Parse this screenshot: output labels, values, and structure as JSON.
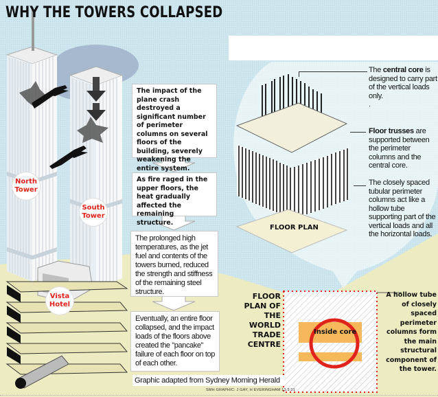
{
  "title": "WHY THE TOWERS COLLAPSED",
  "towers": {
    "north": "North Tower",
    "south": "South Tower",
    "hotel": "Vista Hotel"
  },
  "steps": [
    {
      "text": "The impact of the plane crash destroyed a significant number of perimeter columns on several floors of the building, severely weakening the entire system."
    },
    {
      "text": "As fire raged in the upper floors, the heat gradually affected the remaining structure."
    },
    {
      "text": "The prolonged high temperatures, as the jet fuel and contents of the towers burned, reduced the strength and stiffness of the remaining steel structure."
    },
    {
      "text": "Eventually, an entire floor collapsed, and the impact loads of the floors above created the \"pancake\" failure of each floor on top of each other."
    }
  ],
  "callouts": {
    "core": {
      "bold": "central core",
      "pre": "The ",
      "post": " is designed to carry part of the vertical loads only.",
      "trail": "."
    },
    "trusses": {
      "bold": "Floor trusses",
      "post": " are supported between the perimeter columns and the central core."
    },
    "perimeter": {
      "text": "The closely spaced tubular perimeter columns act like a hollow tube supporting part of the vertical loads and all the horizontal loads."
    }
  },
  "diagram": {
    "floor_plan_label": "FLOOR PLAN"
  },
  "floor_plan_section": {
    "title": "FLOOR PLAN OF THE WORLD TRADE CENTRE",
    "core_label": "Inside core",
    "note": "A hollow tube of closely spaced perimeter columns form the main structural component of the tower."
  },
  "credits": {
    "adapted": "Graphic adapted from Sydney Morning Herald",
    "smh": "SMH GRAPHIC: J GAY, H EVERINGHAM 13.9.01"
  },
  "colors": {
    "sky": "#cfe6ee",
    "ground": "#ecebc2",
    "label_red": "#e0231b",
    "core_orange": "#f5b85a"
  }
}
